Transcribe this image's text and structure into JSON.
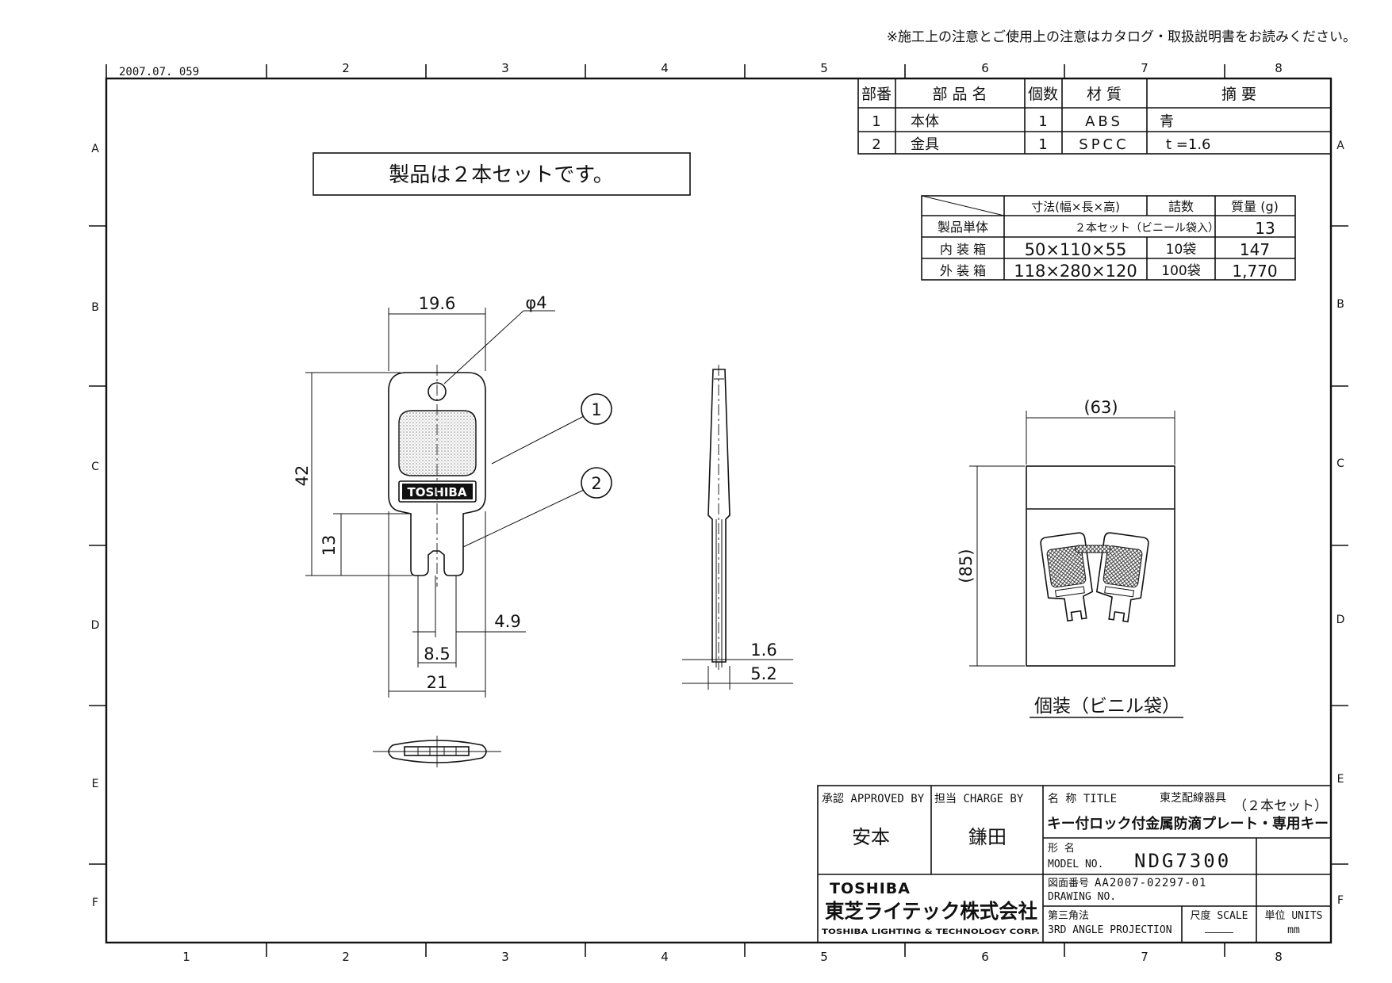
{
  "notice": "※施工上の注意とご使用上の注意はカタログ・取扱説明書をお読みください。",
  "stamp": "2007.07.  059",
  "grid": {
    "cols": [
      "1",
      "2",
      "3",
      "4",
      "5",
      "6",
      "7",
      "8"
    ],
    "rows": [
      "A",
      "B",
      "C",
      "D",
      "E",
      "F"
    ]
  },
  "note_box": "製品は２本セットです。",
  "parts_table": {
    "headers": [
      "部番",
      "部 品 名",
      "個数",
      "材 質",
      "摘 要"
    ],
    "rows": [
      [
        "1",
        "本体",
        "1",
        "ABS",
        "青"
      ],
      [
        "2",
        "金具",
        "1",
        "SPCC",
        "t =1.6"
      ]
    ]
  },
  "pack_table": {
    "headers": [
      "",
      "寸法(幅×長×高)",
      "詰数",
      "質量 (g)"
    ],
    "rows": [
      [
        "製品単体",
        "２本セット（ビニール袋入）",
        "",
        "13"
      ],
      [
        "内 装 箱",
        "50×110×55",
        "10袋",
        "147"
      ],
      [
        "外 装 箱",
        "118×280×120",
        "100袋",
        "1,770"
      ]
    ]
  },
  "key_logo": "TOSHIBA",
  "dims": {
    "width_top": "19.6",
    "hole": "φ4",
    "height_total": "42",
    "height_lower": "13",
    "slot_gap": "8.5",
    "prong": "4.9",
    "width_bottom": "21",
    "thick_metal": "1.6",
    "thick_total": "5.2",
    "bag_width": "(63)",
    "bag_height": "(85)"
  },
  "callouts": [
    "1",
    "2"
  ],
  "bag_caption": "個装（ビニル袋）",
  "title_block": {
    "approved_label": "承認 APPROVED BY",
    "approved_name": "安本",
    "charge_label": "担当 CHARGE BY",
    "charge_name": "鎌田",
    "title_label": "名 称 TITLE",
    "title_series": "東芝配線器具",
    "title_set": "（２本セット）",
    "title_main": "キー付ロック付金属防滴プレート・専用キー",
    "model_label_1": "形 名",
    "model_label_2": "MODEL NO.",
    "model_no": "NDG7300",
    "drawing_label_1": "図面番号",
    "drawing_no": "AA2007-02297-01",
    "drawing_label_2": "DRAWING NO.",
    "projection_1": "第三角法",
    "projection_2": "3RD ANGLE PROJECTION",
    "scale_label": "尺度 SCALE",
    "scale_value": "―――",
    "units_label": "単位 UNITS",
    "units_value": "mm",
    "company_logo": "TOSHIBA",
    "company_jp": "東芝ライテック株式会社",
    "company_en": "TOSHIBA LIGHTING & TECHNOLOGY CORP."
  }
}
